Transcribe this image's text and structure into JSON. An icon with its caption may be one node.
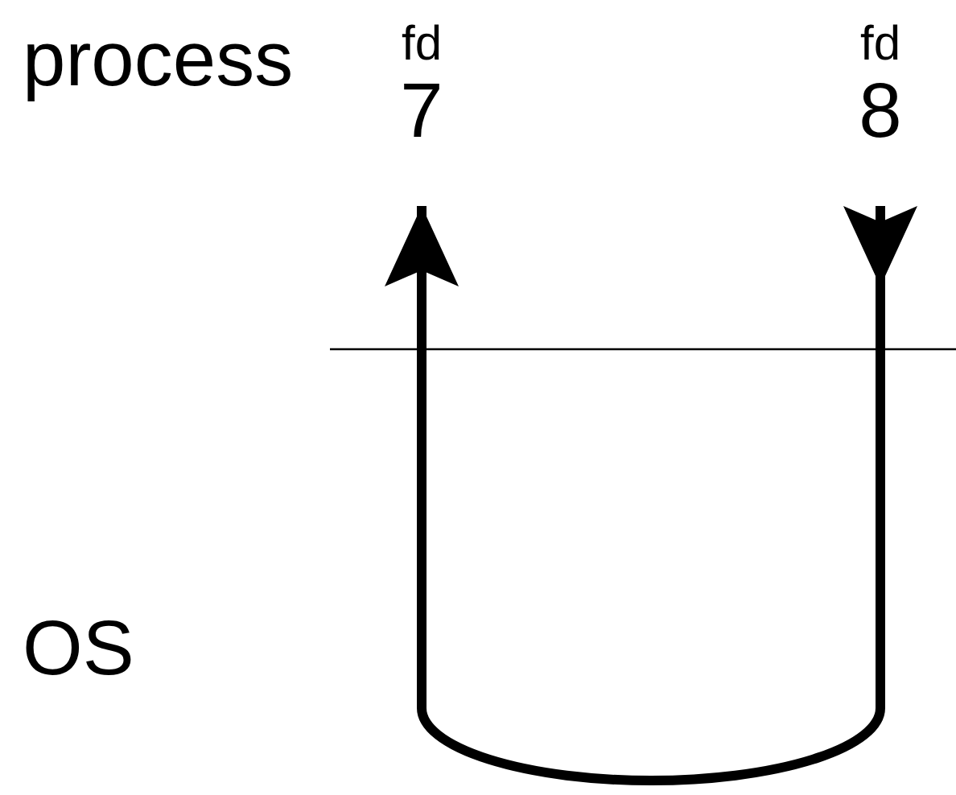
{
  "diagram": {
    "nodes": [
      {
        "text": [
          "fd",
          "7"
        ]
      },
      {
        "text": [
          "fd",
          "8"
        ]
      }
    ],
    "edges": [
      {
        "from": 1,
        "to": 0,
        "arrow": "to"
      }
    ],
    "labels": [
      "process",
      "OS"
    ]
  }
}
